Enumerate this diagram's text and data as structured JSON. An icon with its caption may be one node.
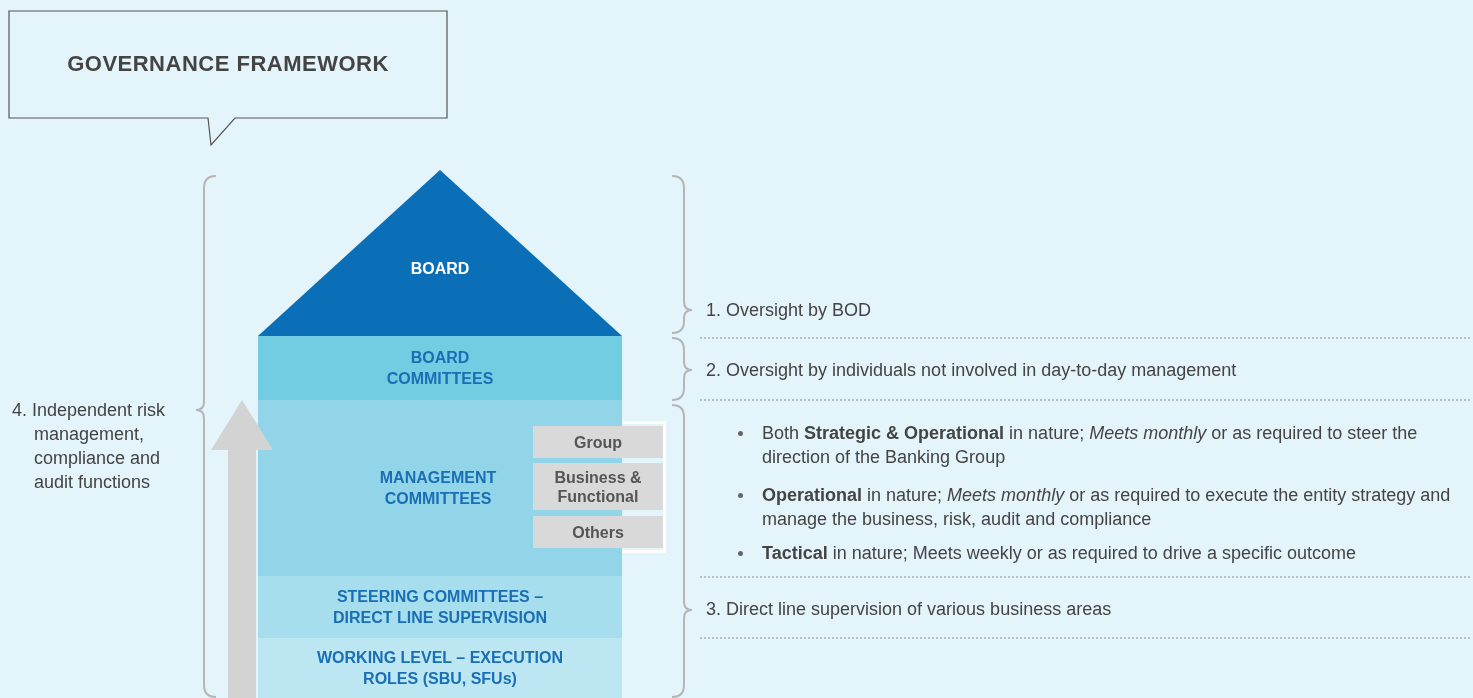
{
  "diagram": {
    "nodes": [
      {
        "text": [
          "GOVERNANCE FRAMEWORK"
        ]
      },
      {
        "text": [
          "BOARD"
        ]
      },
      {
        "text": [
          "BOARD COMMITTEES"
        ]
      },
      {
        "text": [
          "MANAGEMENT COMMITTEES"
        ]
      },
      {
        "text": [
          "Group"
        ]
      },
      {
        "text": [
          "Business & Functional"
        ]
      },
      {
        "text": [
          "Others"
        ]
      },
      {
        "text": [
          "STEERING COMMITTEES – DIRECT LINE SUPERVISION"
        ]
      },
      {
        "text": [
          "WORKING LEVEL – EXECUTION ROLES (SBU, SFUs)"
        ]
      }
    ],
    "edges": [
      {
        "from": 8,
        "to": 2,
        "arrow": "to"
      }
    ],
    "labels": [
      "4. Independent risk management, compliance and audit functions",
      "1. Oversight by BOD",
      "2. Oversight by individuals not involved in day-to-day management",
      "Both **Strategic & Operational** in nature; *Meets monthly* or as required to steer the direction of the Banking Group",
      "**Operational** in nature; *Meets monthly* or as required to execute the entity strategy and manage the business, risk, audit and compliance",
      "**Tactical** in nature; Meets weekly or as required to drive a specific outcome",
      "3. Direct line supervision of various business areas"
    ]
  }
}
